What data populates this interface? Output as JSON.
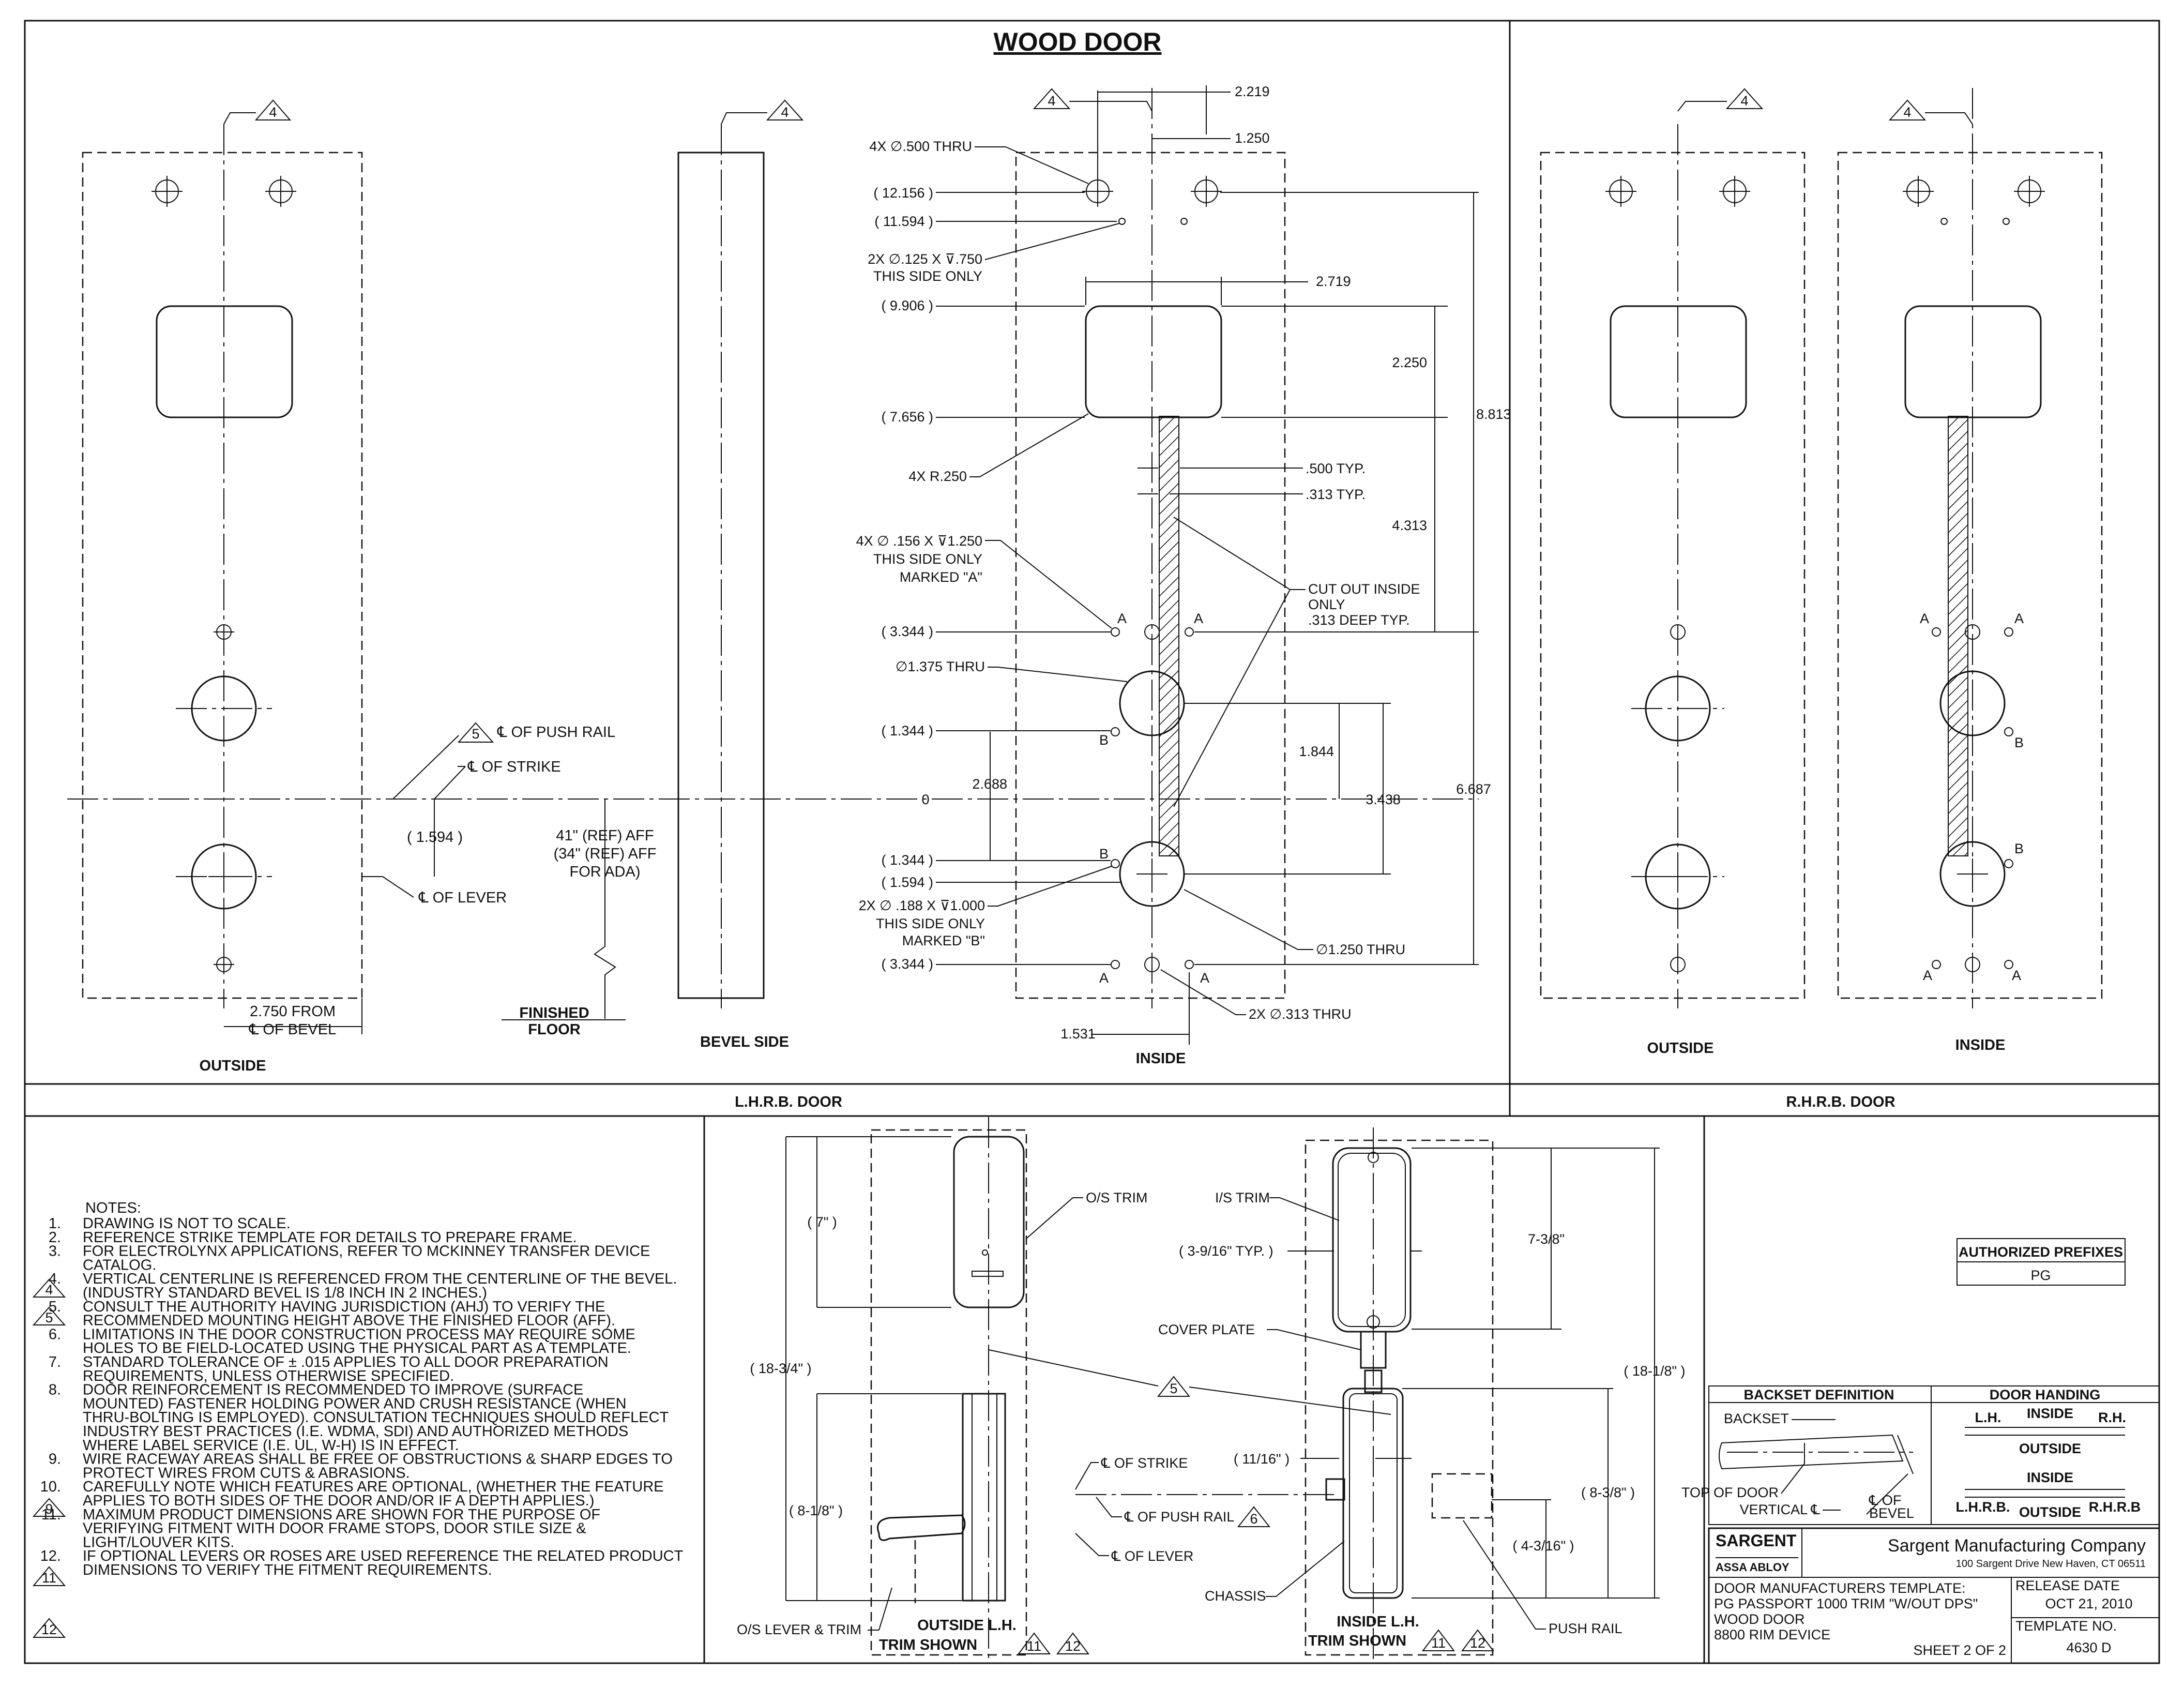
{
  "title": "WOOD DOOR",
  "views": {
    "outside": "OUTSIDE",
    "bevel_side": "BEVEL SIDE",
    "inside": "INSIDE",
    "rh_outside": "OUTSIDE",
    "rh_inside": "INSIDE"
  },
  "sections": {
    "lhrb": "L.H.R.B. DOOR",
    "rhrb": "R.H.R.B. DOOR"
  },
  "revision_flag": "4",
  "left_callouts": {
    "push_rail_num": "5",
    "push_rail": "℄ OF PUSH RAIL",
    "strike": "℄ OF STRIKE",
    "lever": "℄ OF LEVER",
    "dim_1594": "( 1.594 )",
    "aff_1": "41\" (REF) AFF",
    "aff_2": "(34\" (REF) AFF",
    "aff_3": "FOR ADA)",
    "finished_1": "FINISHED",
    "finished_2": "FLOOR",
    "bevel_1": "2.750 FROM",
    "bevel_2": "℄ OF BEVEL"
  },
  "inside_dims": {
    "d2219": "2.219",
    "d1250": "1.250",
    "hole500": "4X ∅.500 THRU",
    "d12156": "( 12.156 )",
    "d11594": "( 11.594 )",
    "hole125_1": "2X ∅.125 X ⊽.750",
    "hole125_2": "THIS SIDE ONLY",
    "d2719": "2.719",
    "d9906": "( 9.906 )",
    "d2250": "2.250",
    "d8813": "8.813",
    "d7656": "( 7.656 )",
    "r250": "4X R.250",
    "typ500": ".500 TYP.",
    "typ313": ".313 TYP.",
    "d4313": "4.313",
    "hole156_1": "4X ∅ .156 X ⊽1.250",
    "hole156_2": "THIS SIDE ONLY",
    "hole156_3": "MARKED \"A\"",
    "cutout_1": "CUT OUT INSIDE",
    "cutout_2": "ONLY",
    "cutout_3": ".313 DEEP TYP.",
    "d3344a": "( 3.344 )",
    "hole1375": "∅1.375 THRU",
    "d1344a": "( 1.344 )",
    "d1844": "1.844",
    "d2688": "2.688",
    "zero": "0",
    "d3438": "3.438",
    "d6687": "6.687",
    "d1344b": "( 1.344 )",
    "d1594": "( 1.594 )",
    "hole188_1": "2X ∅ .188 X ⊽1.000",
    "hole188_2": "THIS SIDE ONLY",
    "hole188_3": "MARKED \"B\"",
    "hole1250": "∅1.250 THRU",
    "d3344b": "( 3.344 )",
    "hole313": "2X ∅.313 THRU",
    "d1531": "1.531",
    "mark_a": "A",
    "mark_b": "B"
  },
  "notes": {
    "header": "NOTES:",
    "items": [
      {
        "num": "1.",
        "text": "DRAWING IS NOT TO SCALE."
      },
      {
        "num": "2.",
        "text": "REFERENCE STRIKE TEMPLATE FOR DETAILS TO PREPARE FRAME."
      },
      {
        "num": "3.",
        "text": "FOR ELECTROLYNX APPLICATIONS, REFER TO MCKINNEY TRANSFER DEVICE"
      },
      {
        "num": "",
        "text": "CATALOG."
      },
      {
        "num": "4.",
        "text": "VERTICAL CENTERLINE IS REFERENCED FROM THE CENTERLINE OF THE BEVEL."
      },
      {
        "num": "",
        "text": "(INDUSTRY STANDARD BEVEL IS 1/8 INCH IN 2 INCHES.)"
      },
      {
        "num": "5.",
        "text": "CONSULT THE AUTHORITY HAVING JURISDICTION (AHJ) TO VERIFY THE"
      },
      {
        "num": "",
        "text": "RECOMMENDED MOUNTING HEIGHT ABOVE THE FINISHED FLOOR (AFF)."
      },
      {
        "num": "6.",
        "text": "LIMITATIONS IN THE DOOR CONSTRUCTION PROCESS MAY REQUIRE SOME"
      },
      {
        "num": "",
        "text": "HOLES TO BE FIELD-LOCATED USING THE PHYSICAL PART AS A TEMPLATE."
      },
      {
        "num": "7.",
        "text": "STANDARD TOLERANCE OF ± .015 APPLIES TO ALL DOOR PREPARATION"
      },
      {
        "num": "",
        "text": "REQUIREMENTS, UNLESS OTHERWISE SPECIFIED."
      },
      {
        "num": "8.",
        "text": "DOOR REINFORCEMENT IS RECOMMENDED TO IMPROVE (SURFACE"
      },
      {
        "num": "",
        "text": "MOUNTED) FASTENER HOLDING POWER AND CRUSH RESISTANCE (WHEN"
      },
      {
        "num": "",
        "text": "THRU-BOLTING IS EMPLOYED). CONSULTATION TECHNIQUES SHOULD REFLECT"
      },
      {
        "num": "",
        "text": "INDUSTRY BEST PRACTICES (I.E. WDMA, SDI) AND AUTHORIZED METHODS"
      },
      {
        "num": "",
        "text": "WHERE LABEL SERVICE (I.E. UL, W-H) IS IN EFFECT."
      },
      {
        "num": "9.",
        "text": "WIRE RACEWAY AREAS SHALL BE FREE OF OBSTRUCTIONS & SHARP EDGES TO"
      },
      {
        "num": "",
        "text": "PROTECT WIRES FROM CUTS & ABRASIONS."
      },
      {
        "num": "10.",
        "text": "CAREFULLY NOTE WHICH FEATURES ARE OPTIONAL, (WHETHER THE FEATURE"
      },
      {
        "num": "",
        "text": "APPLIES TO BOTH SIDES OF THE DOOR AND/OR IF A DEPTH APPLIES.)"
      },
      {
        "num": "11.",
        "text": "MAXIMUM PRODUCT DIMENSIONS ARE SHOWN FOR THE PURPOSE OF"
      },
      {
        "num": "",
        "text": "VERIFYING FITMENT WITH DOOR FRAME STOPS, DOOR STILE SIZE &"
      },
      {
        "num": "",
        "text": "LIGHT/LOUVER KITS."
      },
      {
        "num": "12.",
        "text": "IF OPTIONAL LEVERS OR ROSES ARE USED REFERENCE THE RELATED PRODUCT"
      },
      {
        "num": "",
        "text": "DIMENSIONS TO VERIFY THE FITMENT REQUIREMENTS."
      }
    ]
  },
  "trim": {
    "os_trim": "O/S TRIM",
    "is_trim": "I/S TRIM",
    "d7": "( 7\" )",
    "d3916": "( 3-9/16\" TYP. )",
    "d738": "7-3/8\"",
    "cover_plate": "COVER PLATE",
    "d1834": "( 18-3/4\" )",
    "d1818": "( 18-1/8\" )",
    "ref5": "5",
    "strike": "℄ OF STRIKE",
    "d1116": "( 11/16\" )",
    "d818": "( 8-1/8\" )",
    "push_rail": "℄ OF PUSH RAIL",
    "ref6": "6",
    "d838": "( 8-3/8\" )",
    "lever": "℄ OF LEVER",
    "d4316": "( 4-3/16\" )",
    "chassis": "CHASSIS",
    "os_lever": "O/S LEVER & TRIM",
    "outside_1": "OUTSIDE L.H.",
    "outside_2": "TRIM SHOWN",
    "inside_1": "INSIDE L.H.",
    "inside_2": "TRIM SHOWN",
    "ref11": "11",
    "ref12": "12",
    "push_rail_lbl": "PUSH RAIL"
  },
  "title_block": {
    "prefixes_header": "AUTHORIZED PREFIXES",
    "prefix": "PG",
    "backset_header": "BACKSET DEFINITION",
    "backset": "BACKSET",
    "top_of_door": "TOP OF DOOR",
    "vertical": "VERTICAL ℄",
    "of_bevel_1": "℄ OF",
    "of_bevel_2": "BEVEL",
    "handing_header": "DOOR HANDING",
    "lh": "L.H.",
    "rh": "R.H.",
    "inside": "INSIDE",
    "outside": "OUTSIDE",
    "lhrb": "L.H.R.B.",
    "rhrb": "R.H.R.B",
    "brand": "SARGENT",
    "brand_sub": "ASSA ABLOY",
    "company": "Sargent Manufacturing Company",
    "address": "100 Sargent Drive New Haven, CT 06511",
    "desc_1": "DOOR MANUFACTURERS TEMPLATE:",
    "desc_2": "PG PASSPORT 1000 TRIM \"W/OUT DPS\"",
    "desc_3": "WOOD DOOR",
    "desc_4": "8800 RIM DEVICE",
    "release_label": "RELEASE DATE",
    "release_date": "OCT 21, 2010",
    "template_label": "TEMPLATE NO.",
    "template_no": "4630 D",
    "sheet": "SHEET 2 OF 2"
  }
}
